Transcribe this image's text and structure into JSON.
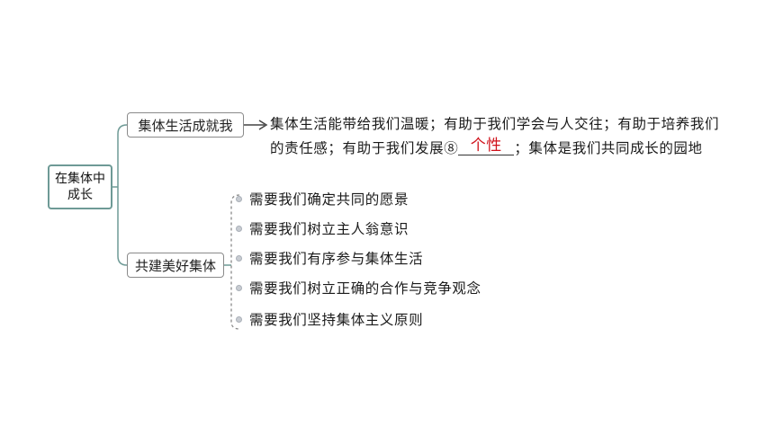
{
  "root": {
    "line1": "在集体中",
    "line2": "成长"
  },
  "branch1": {
    "label": "集体生活成就我",
    "text_before": "集体生活能带给我们温暖；有助于我们学会与人交往；有助于培养我们的责任感；有助于我们发展⑧",
    "answer": "个性",
    "text_after": "；集体是我们共同成长的园地"
  },
  "branch2": {
    "label": "共建美好集体",
    "items": [
      "需要我们确定共同的愿景",
      "需要我们树立主人翁意识",
      "需要我们有序参与集体生活",
      "需要我们树立正确的合作与竞争观念",
      "需要我们坚持集体主义原则"
    ]
  },
  "colors": {
    "connector": "#6e9a96",
    "answer": "#d0121b",
    "box_border": "#8a8a8a"
  }
}
